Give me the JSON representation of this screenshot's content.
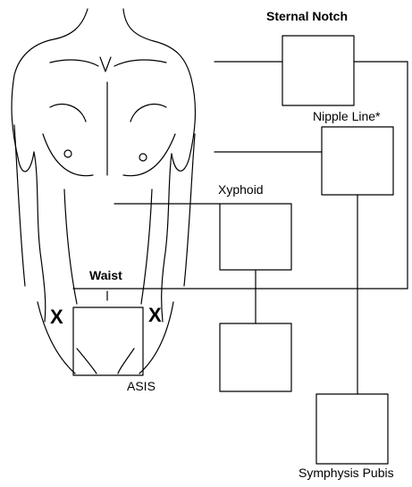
{
  "labels": {
    "sternal_notch": "Sternal Notch",
    "nipple_line": "Nipple Line*",
    "xyphoid": "Xyphoid",
    "waist": "Waist",
    "asis": "ASIS",
    "symphysis_pubis": "Symphysis Pubis"
  },
  "marks": {
    "left_x": "X",
    "right_x": "X"
  }
}
